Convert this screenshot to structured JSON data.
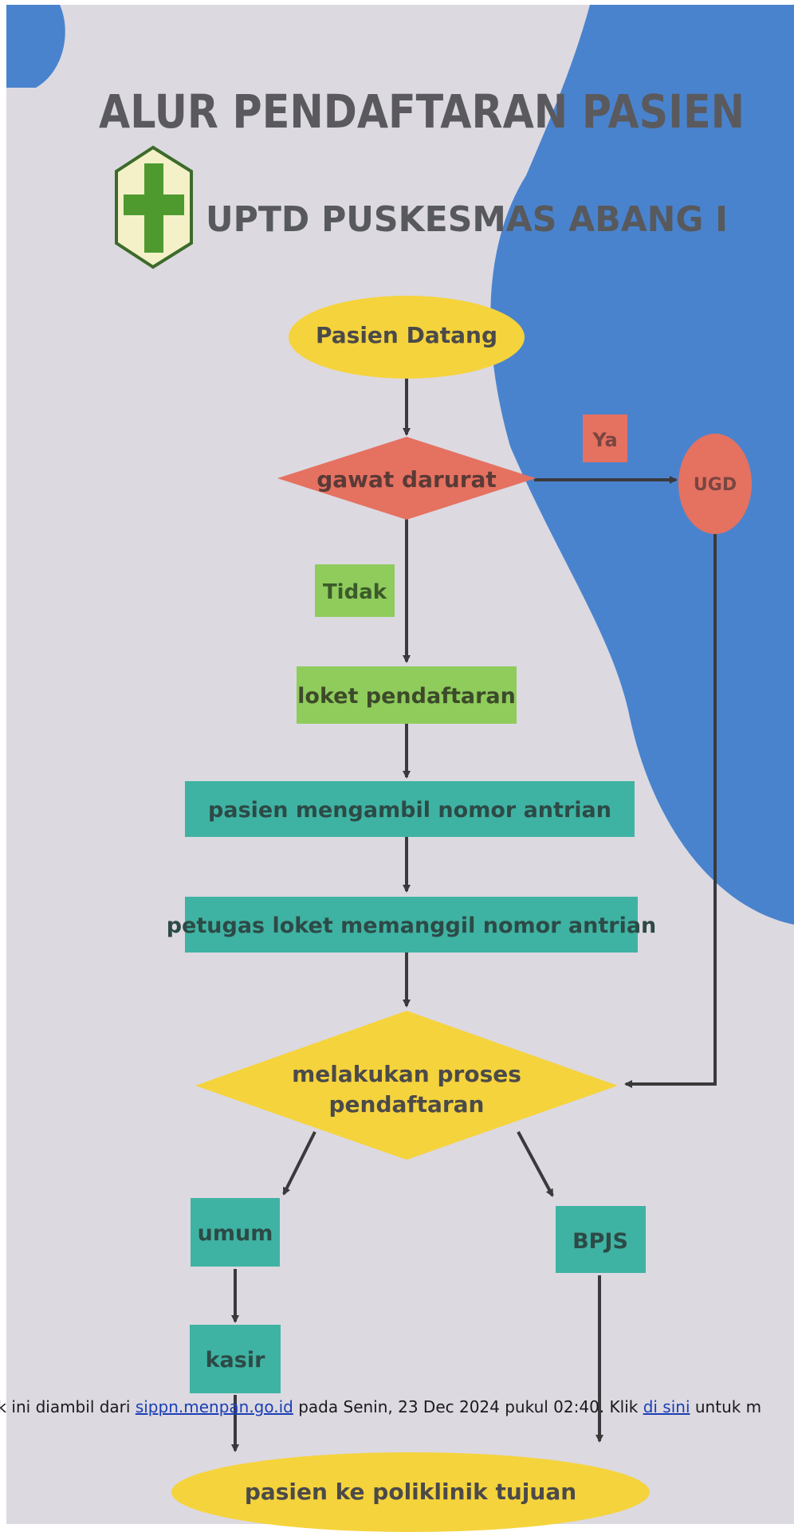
{
  "poster": {
    "title": "ALUR PENDAFTARAN PASIEN",
    "subtitle": "UPTD PUSKESMAS ABANG I",
    "colors": {
      "paper": "#dcd9e1",
      "blue": "#4a83cd",
      "yellow": "#f5d33c",
      "red": "#e57160",
      "green": "#8fcc5c",
      "teal": "#3fb3a3",
      "arrow": "#3a3a3c"
    }
  },
  "nodes": {
    "start": "Pasien Datang",
    "emergency": "gawat darurat",
    "yes": "Ya",
    "ugd": "UGD",
    "no": "Tidak",
    "counter": "loket pendaftaran",
    "take_number": "pasien mengambil nomor antrian",
    "call_number": "petugas loket memanggil nomor antrian",
    "process_line1": "melakukan proses",
    "process_line2": "pendaftaran",
    "general": "umum",
    "bpjs": "BPJS",
    "cashier": "kasir",
    "end": "pasien ke poliklinik tujuan"
  },
  "footer": {
    "text_before": "ublik ini diambil dari ",
    "link1": "sippn.menpan.go.id",
    "text_middle": " pada Senin, 23 Dec 2024 pukul 02:40. Klik ",
    "link2": "di sini",
    "text_after": " untuk m"
  }
}
